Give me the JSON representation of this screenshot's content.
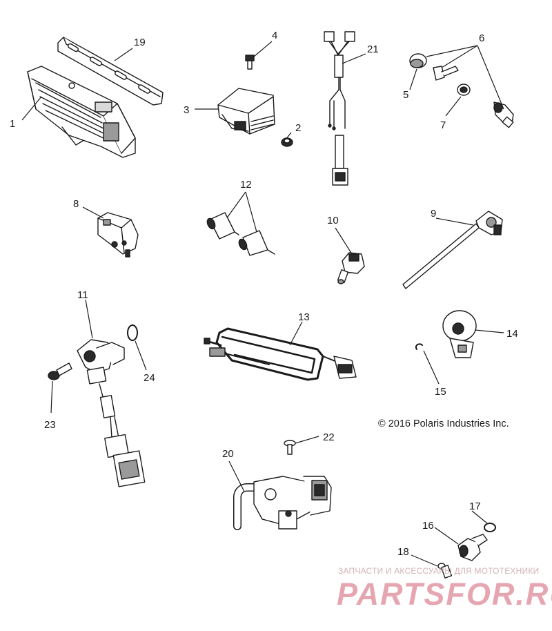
{
  "callouts": {
    "c1": "1",
    "c2": "2",
    "c3": "3",
    "c4": "4",
    "c5": "5",
    "c6": "6",
    "c7": "7",
    "c8": "8",
    "c9": "9",
    "c10": "10",
    "c11": "11",
    "c12": "12",
    "c13": "13",
    "c14": "14",
    "c15": "15",
    "c16": "16",
    "c17": "17",
    "c18": "18",
    "c19": "19",
    "c20": "20",
    "c21": "21",
    "c22": "22",
    "c23": "23",
    "c24": "24"
  },
  "copyright": "© 2016 Polaris Industries Inc.",
  "watermark": {
    "tagline": "ЗАПЧАСТИ И АКСЕССУАРЫ ДЛЯ МОТОТЕХНИКИ",
    "brand": "PARTSFOR.RU"
  },
  "colors": {
    "line": "#1a1a1a",
    "watermark_brand": "#e6a6b1",
    "watermark_tagline": "#d3b3b8"
  }
}
